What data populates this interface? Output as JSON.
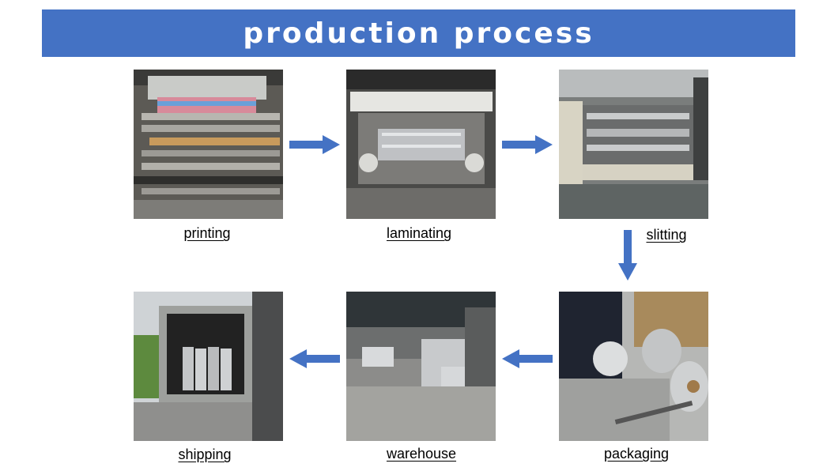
{
  "title": "production process",
  "accent_color": "#4472c4",
  "arrow_color": "#4472c4",
  "steps": [
    {
      "label": "printing",
      "photo": "printing-machine-photo"
    },
    {
      "label": "laminating",
      "photo": "laminating-machine-photo"
    },
    {
      "label": "slitting",
      "photo": "slitting-machine-photo"
    },
    {
      "label": "packaging",
      "photo": "packaging-rolls-photo"
    },
    {
      "label": "warehouse",
      "photo": "warehouse-photo"
    },
    {
      "label": "shipping",
      "photo": "shipping-container-photo"
    }
  ],
  "arrows": [
    "right-arrow-icon",
    "right-arrow-icon",
    "down-arrow-icon",
    "left-arrow-icon",
    "left-arrow-icon"
  ]
}
